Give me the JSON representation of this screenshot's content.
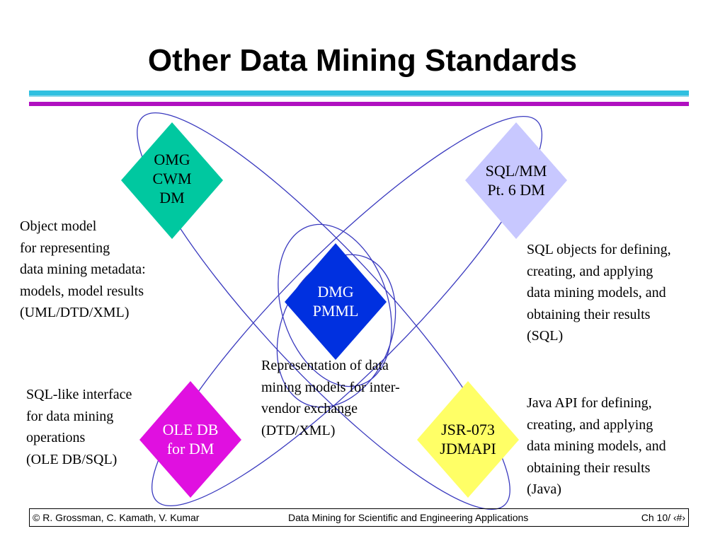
{
  "title": "Other Data Mining Standards",
  "colors": {
    "ellipse_stroke": "#3a3abf",
    "omg": "#00c8a0",
    "sqlmm": "#c8c8ff",
    "dmg": "#0030e0",
    "oledb": "#e010e0",
    "jsr": "#ffff66",
    "rule_cyan": "#2fc0e0",
    "rule_magenta": "#b010c0"
  },
  "nodes": {
    "omg": {
      "lines": [
        "OMG",
        "CWM",
        "DM"
      ]
    },
    "sqlmm": {
      "lines": [
        "SQL/MM",
        "Pt. 6 DM"
      ]
    },
    "dmg": {
      "lines": [
        "DMG",
        "PMML"
      ]
    },
    "oledb": {
      "lines": [
        "OLE DB",
        "for DM"
      ]
    },
    "jsr": {
      "lines": [
        "JSR-073",
        "JDMAPI"
      ]
    }
  },
  "descriptions": {
    "omg": [
      "Object model",
      "for representing",
      "data mining metadata:",
      "models, model results",
      "(UML/DTD/XML)"
    ],
    "sqlmm": [
      "SQL objects for defining,",
      "creating, and applying",
      "data mining models, and",
      "obtaining their results",
      "(SQL)"
    ],
    "dmg": [
      "Representation of data",
      "mining models for inter-",
      "vendor exchange",
      "(DTD/XML)"
    ],
    "oledb": [
      "SQL-like interface",
      "for data mining",
      "operations",
      "(OLE DB/SQL)"
    ],
    "jsr": [
      "Java API for defining,",
      "creating, and applying",
      "data mining models, and",
      "obtaining their results",
      "(Java)"
    ]
  },
  "footer": {
    "left": "© R. Grossman, C. Kamath, V. Kumar",
    "center": "Data Mining for Scientific and Engineering Applications",
    "right": "Ch 10/ ‹#›"
  }
}
